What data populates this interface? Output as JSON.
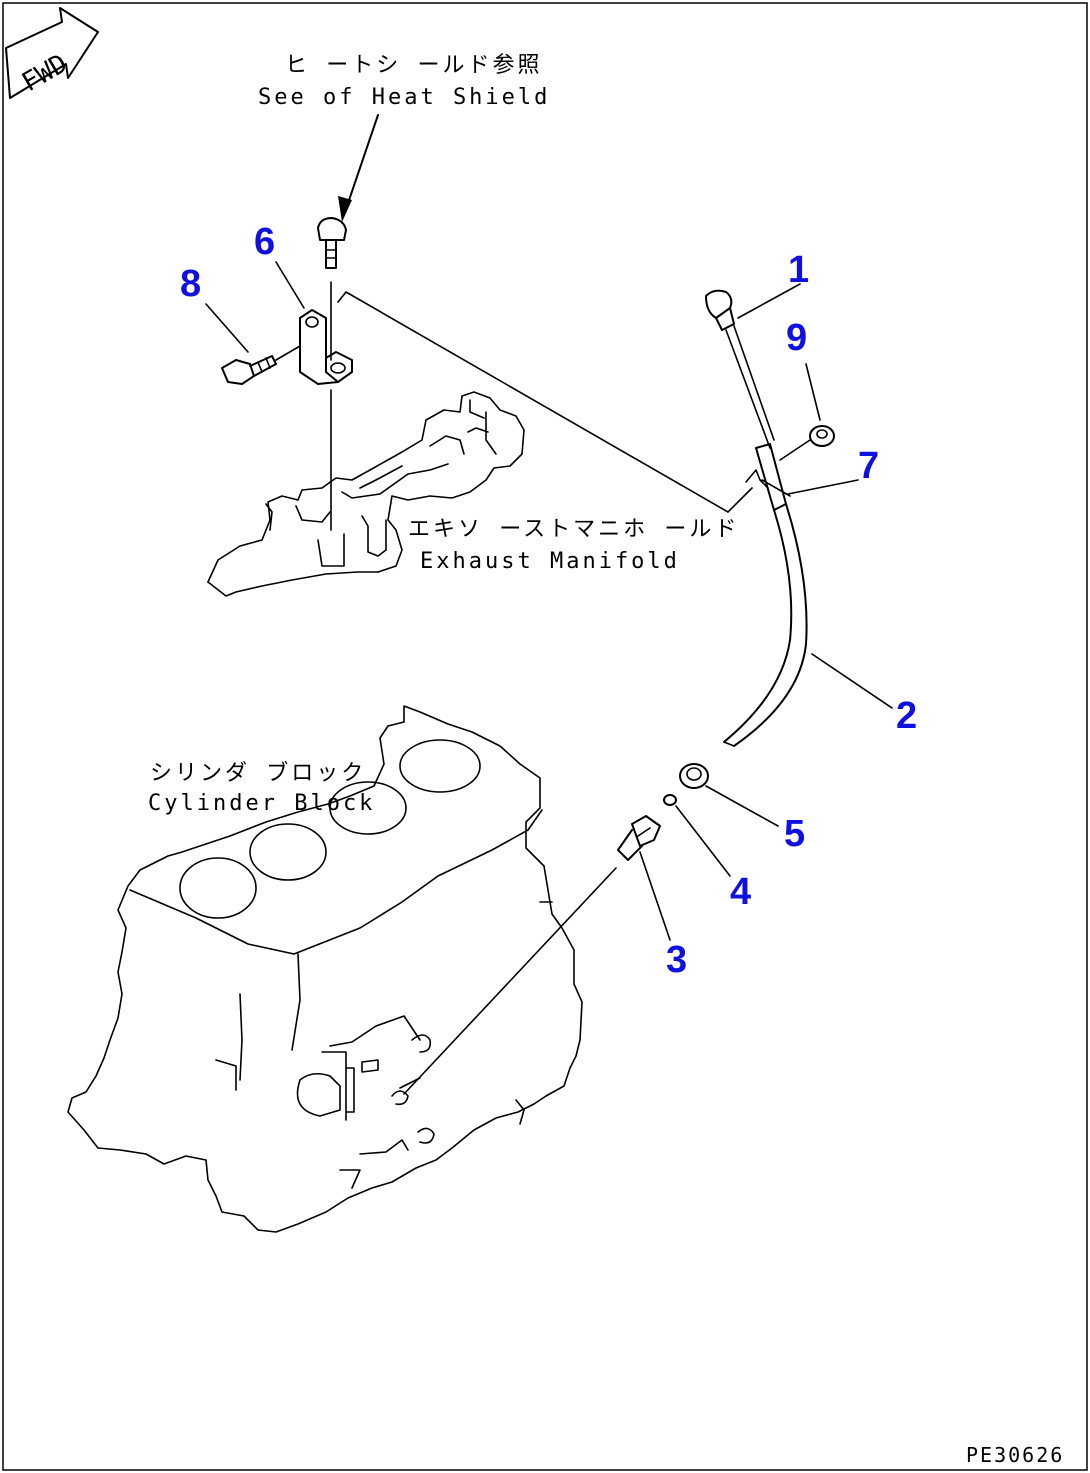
{
  "diagram": {
    "direction_arrow": "FWD",
    "drawing_code": "PE30626",
    "accent_color": "#1010e0",
    "labels": {
      "heat_shield_jp": "ヒ ートシ ールド参照",
      "heat_shield_en": "See of Heat Shield",
      "exhaust_jp": "エキソ ーストマニホ ールド",
      "exhaust_en": "Exhaust Manifold",
      "cylinder_jp": "シリンダ ブロック",
      "cylinder_en": "Cylinder Block"
    },
    "callouts": {
      "c1": "1",
      "c2": "2",
      "c3": "3",
      "c4": "4",
      "c5": "5",
      "c6": "6",
      "c7": "7",
      "c8": "8",
      "c9": "9"
    }
  }
}
